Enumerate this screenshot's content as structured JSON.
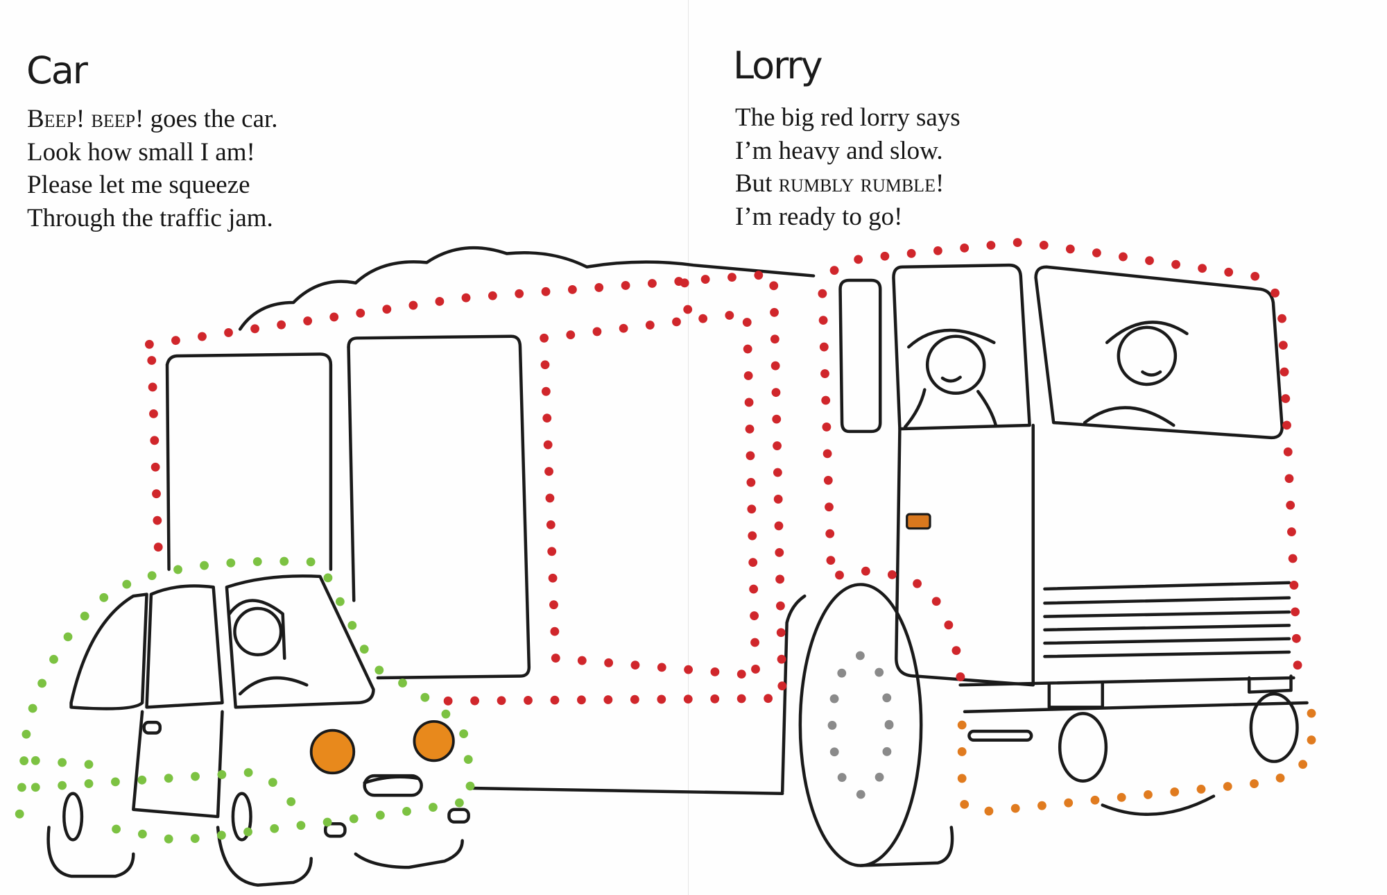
{
  "left_page": {
    "title": "Car",
    "poem": {
      "line1_emphasis": "Beep! beep!",
      "line1_rest": " goes the car.",
      "line2": "Look how small I am!",
      "line3": "Please let me squeeze",
      "line4": "Through the traffic jam."
    }
  },
  "right_page": {
    "title": "Lorry",
    "poem": {
      "line1": "The big red lorry says",
      "line2": "I’m heavy and slow.",
      "line3_start": "But ",
      "line3_emphasis": "rumbly rumble!",
      "line4": "I’m ready to go!"
    }
  },
  "colors": {
    "lorry_dots": "#d0262b",
    "car_dots": "#7cc242",
    "bumper_dots": "#e07b1f",
    "wheel_dots": "#8a8a8a",
    "headlights": "#e8891c",
    "outline": "#1a1a1a"
  }
}
